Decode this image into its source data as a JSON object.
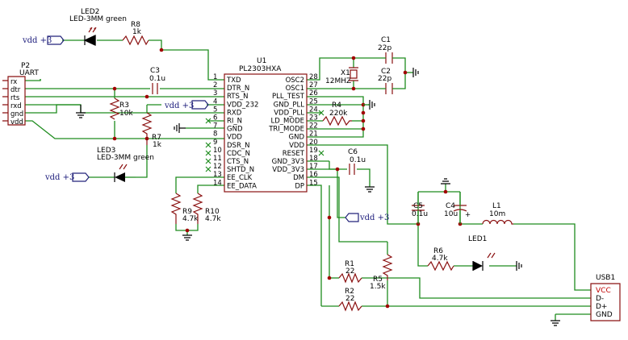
{
  "u1": {
    "ref": "U1",
    "value": "PL2303HXA",
    "left_pins": [
      {
        "num": "1",
        "name": "TXD"
      },
      {
        "num": "2",
        "name": "DTR_N"
      },
      {
        "num": "3",
        "name": "RTS_N"
      },
      {
        "num": "4",
        "name": "VDD_232"
      },
      {
        "num": "5",
        "name": "RXD"
      },
      {
        "num": "6",
        "name": "RI_N"
      },
      {
        "num": "7",
        "name": "GND"
      },
      {
        "num": "8",
        "name": "VDD"
      },
      {
        "num": "9",
        "name": "DSR_N"
      },
      {
        "num": "10",
        "name": "CDC_N"
      },
      {
        "num": "11",
        "name": "CTS_N"
      },
      {
        "num": "12",
        "name": "SHTD_N"
      },
      {
        "num": "13",
        "name": "EE_CLK"
      },
      {
        "num": "14",
        "name": "EE_DATA"
      }
    ],
    "right_pins": [
      {
        "num": "28",
        "name": "OSC2"
      },
      {
        "num": "27",
        "name": "OSC1"
      },
      {
        "num": "26",
        "name": "PLL_TEST"
      },
      {
        "num": "25",
        "name": "GND_PLL"
      },
      {
        "num": "24",
        "name": "VDD_PLL"
      },
      {
        "num": "23",
        "name": "LD_MODE"
      },
      {
        "num": "22",
        "name": "TRI_MODE"
      },
      {
        "num": "21",
        "name": "GND"
      },
      {
        "num": "20",
        "name": "VDD"
      },
      {
        "num": "19",
        "name": "RESET"
      },
      {
        "num": "18",
        "name": "GND_3V3"
      },
      {
        "num": "17",
        "name": "VDD_3V3"
      },
      {
        "num": "16",
        "name": "DM"
      },
      {
        "num": "15",
        "name": "DP"
      }
    ]
  },
  "p2": {
    "ref": "P2",
    "value": "UART",
    "pins": [
      "rx",
      "dtr",
      "rts",
      "rxd",
      "gnd",
      "vdd"
    ]
  },
  "usb1": {
    "ref": "USB1",
    "pins": [
      "VCC",
      "D-",
      "D+",
      "GND"
    ]
  },
  "nets": {
    "vdd_led2": "vdd +3",
    "vdd_pin4": "vdd +3",
    "vdd_led3": "vdd +3",
    "vdd_right": "vdd +3"
  },
  "components": {
    "led2": {
      "ref": "LED2",
      "value": "LED-3MM green"
    },
    "r8": {
      "ref": "R8",
      "value": "1k"
    },
    "c3": {
      "ref": "C3",
      "value": "0.1u"
    },
    "r3": {
      "ref": "R3",
      "value": "10k"
    },
    "r7": {
      "ref": "R7",
      "value": "1k"
    },
    "led3": {
      "ref": "LED3",
      "value": "LED-3MM green"
    },
    "r9": {
      "ref": "R9",
      "value": "4.7k"
    },
    "r10": {
      "ref": "R10",
      "value": "4.7k"
    },
    "c1": {
      "ref": "C1",
      "value": "22p"
    },
    "c2": {
      "ref": "C2",
      "value": "22p"
    },
    "x1": {
      "ref": "X1",
      "value": "12MHZ"
    },
    "r4": {
      "ref": "R4",
      "value": "220k"
    },
    "c6": {
      "ref": "C6",
      "value": "0.1u"
    },
    "c5": {
      "ref": "C5",
      "value": "0.1u"
    },
    "c4": {
      "ref": "C4",
      "value": "10u"
    },
    "l1": {
      "ref": "L1",
      "value": "10m"
    },
    "r6": {
      "ref": "R6",
      "value": "4.7k"
    },
    "led1": {
      "ref": "LED1",
      "value": ""
    },
    "r1": {
      "ref": "R1",
      "value": "22"
    },
    "r2": {
      "ref": "R2",
      "value": "22"
    },
    "r5": {
      "ref": "R5",
      "value": "1.5k"
    }
  },
  "colors": {
    "wire": "#1e8c1e",
    "part": "#8a1010",
    "net_label": "#1a1a7a",
    "junction": "#a00000"
  }
}
